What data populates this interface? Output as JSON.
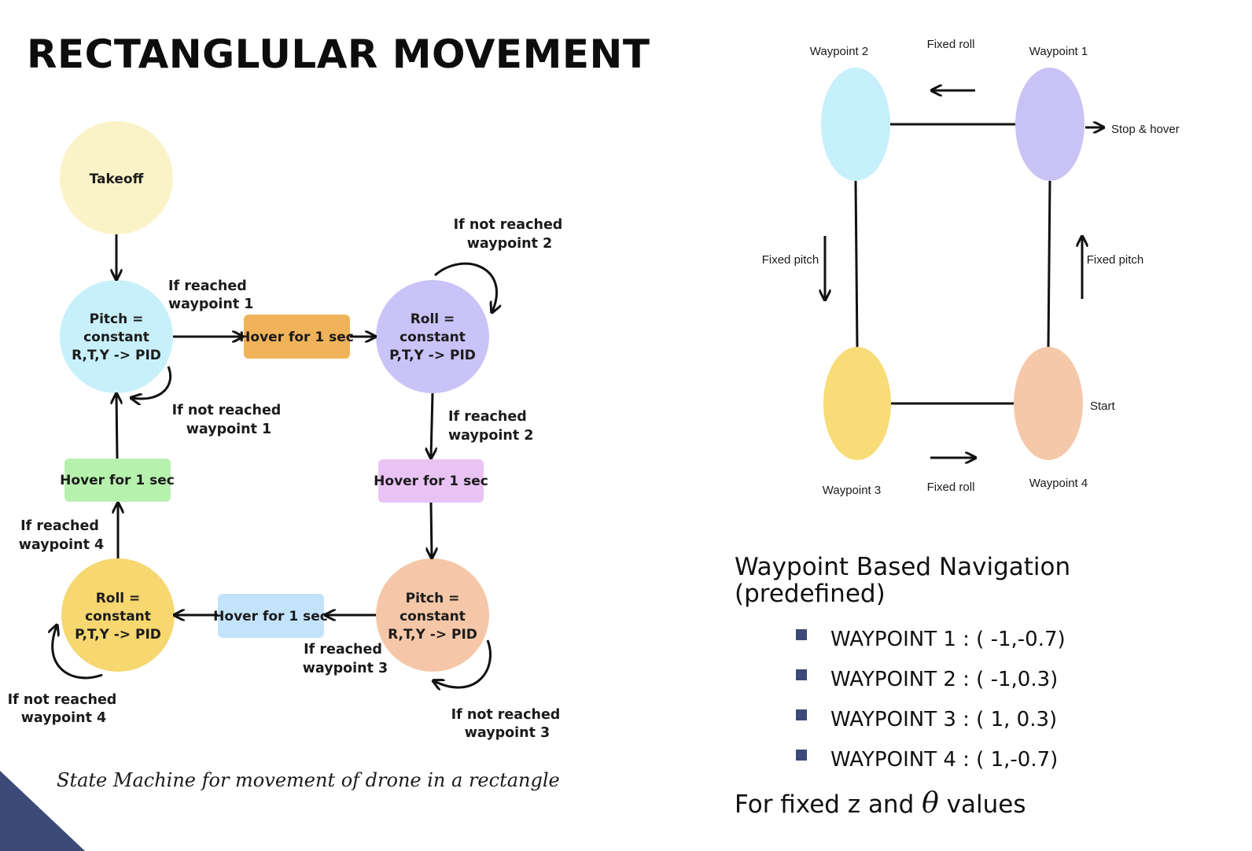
{
  "title": "RECTANGLULAR MOVEMENT",
  "state_machine": {
    "nodes": {
      "takeoff": "Takeoff",
      "pitch1": [
        "Pitch =",
        "constant",
        "R,T,Y -> PID"
      ],
      "roll1": [
        "Roll =",
        "constant",
        "P,T,Y -> PID"
      ],
      "pitch2": [
        "Pitch =",
        "constant",
        "R,T,Y -> PID"
      ],
      "roll2": [
        "Roll =",
        "constant",
        "P,T,Y -> PID"
      ],
      "hover1": "Hover for 1 sec",
      "hover2": "Hover for 1 sec",
      "hover3": "Hover for 1 sec",
      "hover4": "Hover for 1 sec"
    },
    "labels": {
      "reached1": [
        "If reached",
        "waypoint 1"
      ],
      "not_reached1": [
        "If not reached",
        "waypoint 1"
      ],
      "not_reached2": [
        "If not reached",
        "waypoint 2"
      ],
      "reached2": [
        "If reached",
        "waypoint 2"
      ],
      "reached3": [
        "If reached",
        "waypoint 3"
      ],
      "not_reached3": [
        "If not reached",
        "waypoint 3"
      ],
      "reached4": [
        "If reached",
        "waypoint 4"
      ],
      "not_reached4": [
        "If not reached",
        "waypoint 4"
      ]
    },
    "caption": "State Machine for movement of drone in a rectangle",
    "colors": {
      "takeoff": "#fbf3c8",
      "pitch1": "#c8f0fb",
      "roll1": "#c9c3f7",
      "pitch2": "#f5c7a8",
      "roll2": "#f6d770",
      "hover1": "#f0b35a",
      "hover2": "#eac3f5",
      "hover3": "#c3e3fb",
      "hover4": "#b7f1ae"
    }
  },
  "waypoint_diagram": {
    "waypoint1": "Waypoint 1",
    "waypoint2": "Waypoint 2",
    "waypoint3": "Waypoint 3",
    "waypoint4": "Waypoint 4",
    "fixed_roll_top": "Fixed roll",
    "fixed_roll_bottom": "Fixed roll",
    "fixed_pitch_left": "Fixed pitch",
    "fixed_pitch_right": "Fixed pitch",
    "stop_hover": "Stop & hover",
    "start": "Start",
    "colors": {
      "waypoint1": "#c9c3f5",
      "waypoint2": "#c6f0fb",
      "waypoint3": "#f8dc78",
      "waypoint4": "#f5c8aa"
    }
  },
  "navigation": {
    "title": "Waypoint Based Navigation (predefined)",
    "waypoints": [
      "WAYPOINT 1 : ( -1,-0.7)",
      "WAYPOINT 2 : ( -1,0.3)",
      "WAYPOINT 3 : ( 1, 0.3)",
      "WAYPOINT 4 : ( 1,-0.7)"
    ],
    "note_prefix": "For fixed z and ",
    "note_symbol": "θ",
    "note_suffix": " values",
    "bullet_color": "#3c4a78"
  },
  "accent_color": "#3c4a78"
}
